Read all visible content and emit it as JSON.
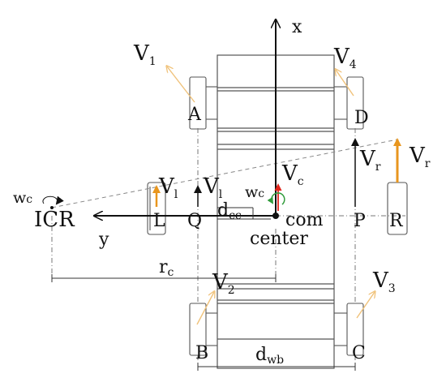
{
  "diagram": {
    "axes": {
      "x": "x",
      "y": "y"
    },
    "points": {
      "icr": "ICR",
      "a": "A",
      "b": "B",
      "c": "C",
      "d": "D",
      "l": "L",
      "q": "Q",
      "p": "P",
      "r": "R",
      "com_line1": "com",
      "com_line2": "center"
    },
    "velocities": {
      "v1_main": "V",
      "v1_sub": "1",
      "v2_main": "V",
      "v2_sub": "2",
      "v3_main": "V",
      "v3_sub": "3",
      "v4_main": "V",
      "v4_sub": "4",
      "vl_main": "V",
      "vl_sub": "l",
      "vlq_main": "V",
      "vlq_sub": "l",
      "vc_main": "V",
      "vc_sub": "c",
      "vr_main": "V",
      "vr_sub": "r",
      "vr2_main": "V",
      "vr2_sub": "r"
    },
    "angular": {
      "wc_left_main": "w",
      "wc_left_sub": "c",
      "wc_center_main": "w",
      "wc_center_sub": "c"
    },
    "distances": {
      "dcc_main": "d",
      "dcc_sub": "cc",
      "rc_main": "r",
      "rc_sub": "c",
      "dwb_main": "d",
      "dwb_sub": "wb"
    },
    "colors": {
      "orange": "#e8961e",
      "light_orange": "#f6d7a6",
      "red": "#e0241b",
      "green": "#2f9b3a",
      "black": "#111111"
    }
  }
}
